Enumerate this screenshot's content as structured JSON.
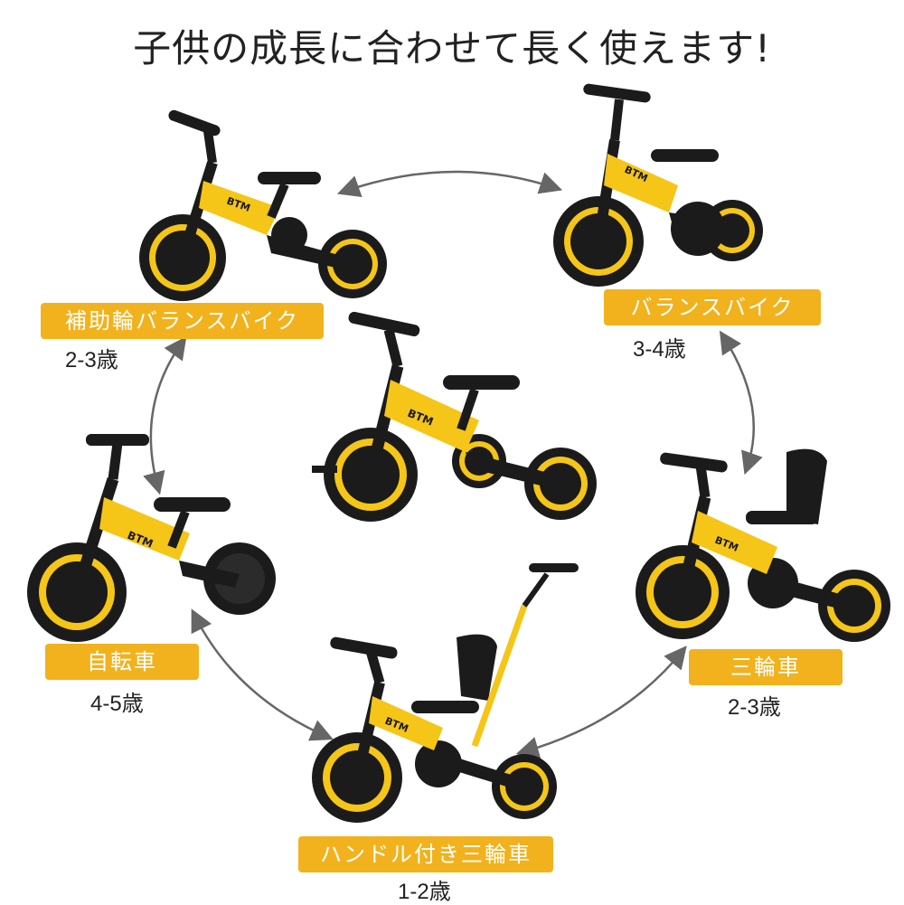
{
  "title": "子供の成長に合わせて長く使えます!",
  "colors": {
    "accent": "#f2b21d",
    "frame": "#f5c518",
    "dark": "#1b1b1b",
    "arrow": "#666666"
  },
  "modes": [
    {
      "label": "補助輪バランスバイク",
      "age": "2-3歳"
    },
    {
      "label": "バランスバイク",
      "age": "3-4歳"
    },
    {
      "label": "三輪車",
      "age": "2-3歳"
    },
    {
      "label": "ハンドル付き三輪車",
      "age": "1-2歳"
    },
    {
      "label": "自転車",
      "age": "4-5歳"
    }
  ],
  "brand": "BTM"
}
